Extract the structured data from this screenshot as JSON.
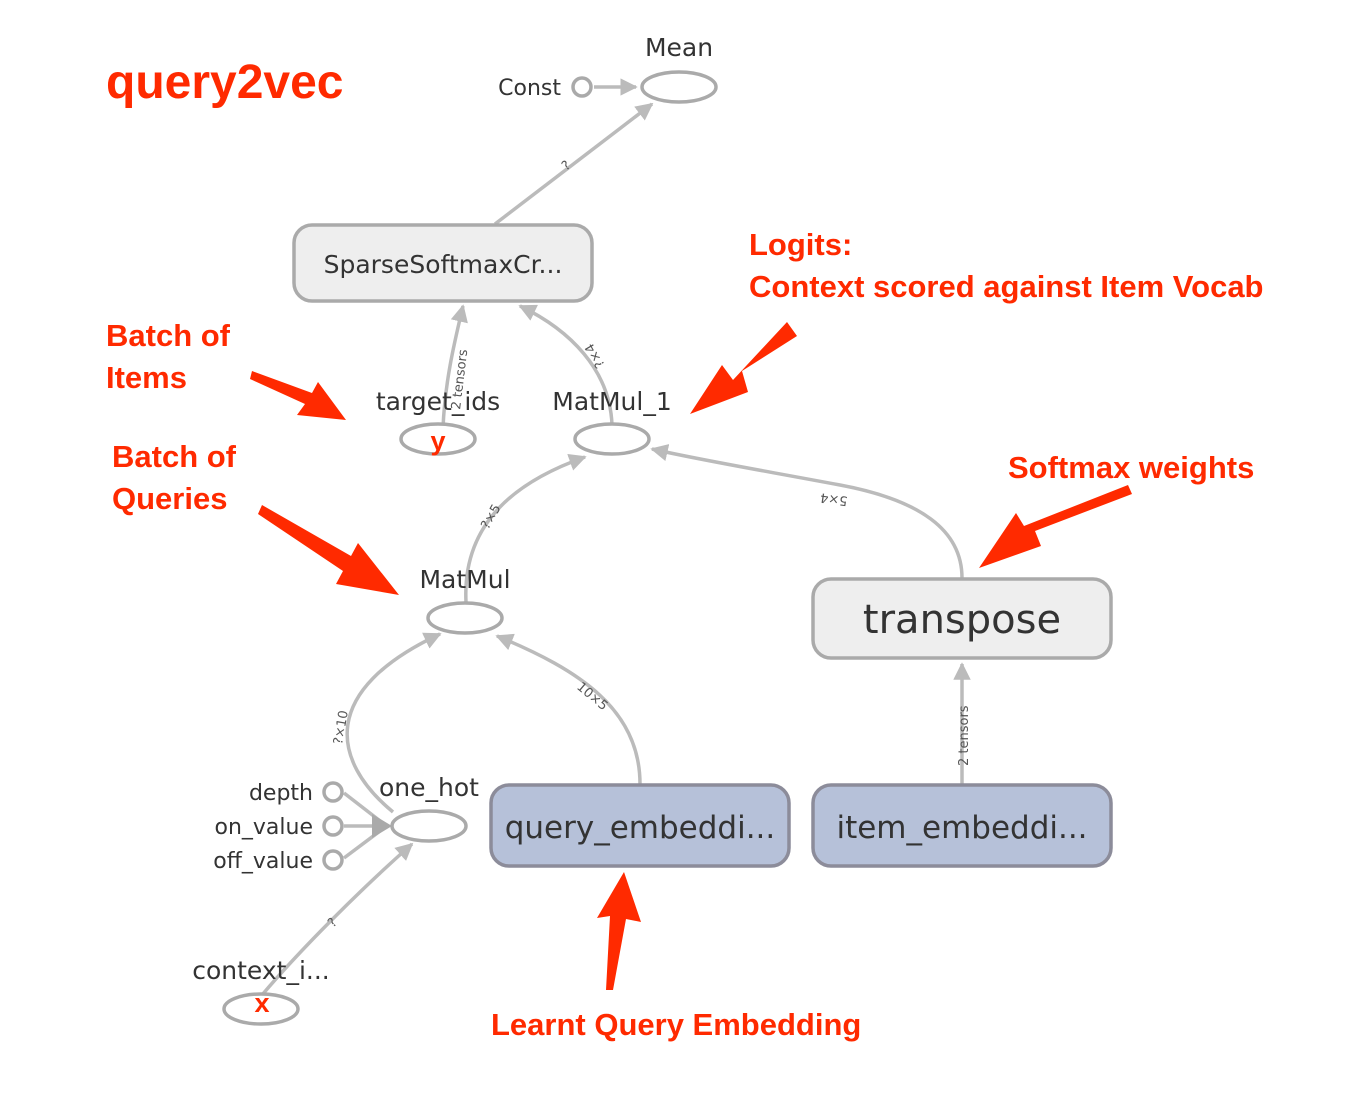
{
  "title": "query2vec",
  "nodes": {
    "mean": "Mean",
    "const": "Const",
    "sparse_softmax": "SparseSoftmaxCr...",
    "target_ids": "target_ids",
    "matmul_1": "MatMul_1",
    "matmul": "MatMul",
    "transpose": "transpose",
    "depth": "depth",
    "on_value": "on_value",
    "off_value": "off_value",
    "one_hot": "one_hot",
    "query_embedding": "query_embeddi...",
    "item_embedding": "item_embeddi...",
    "context_ids": "context_i..."
  },
  "markers": {
    "y": "y",
    "x": "x"
  },
  "edge_labels": {
    "sparse_to_mean": "?",
    "target_to_sparse": "2 tensors",
    "matmul1_to_sparse": "?×4",
    "matmul_to_matmul1": "?×5",
    "transpose_to_matmul1": "5×4",
    "onehot_to_matmul": "?×10",
    "query_to_matmul": "10×5",
    "item_to_transpose": "2 tensors",
    "context_to_onehot": "?"
  },
  "annotations": {
    "logits_line1": "Logits:",
    "logits_line2": "Context scored against Item Vocab",
    "batch_items_line1": "Batch of",
    "batch_items_line2": "Items",
    "batch_queries_line1": "Batch of",
    "batch_queries_line2": "Queries",
    "softmax_weights": "Softmax weights",
    "learnt_query_embedding": "Learnt Query Embedding"
  },
  "colors": {
    "annotation_red": "#ff2a00",
    "edge_gray": "#bbbbbb",
    "embedding_box_blue": "#b6c1d9",
    "op_box_gray": "#eeeeee"
  }
}
